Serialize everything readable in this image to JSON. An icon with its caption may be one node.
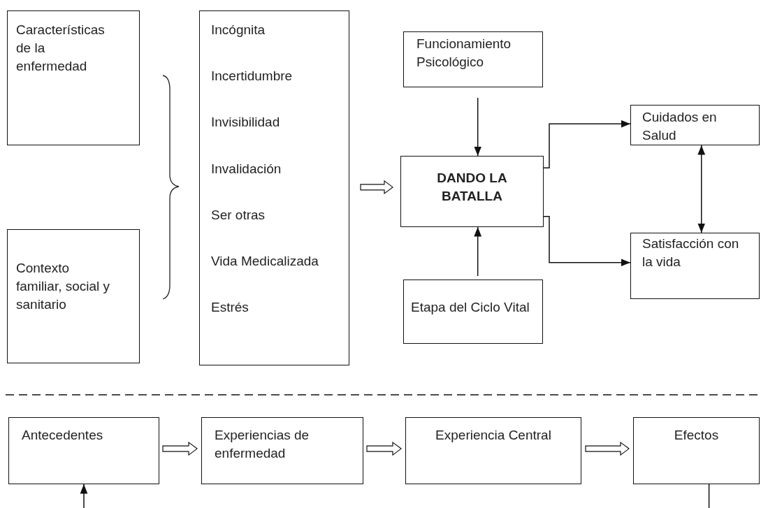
{
  "diagram": {
    "nodes": [
      {
        "text": [
          "Características de la enfermedad"
        ]
      },
      {
        "text": [
          "Contexto familiar, social y sanitario"
        ]
      },
      {
        "text": [
          "Incógnita",
          "Incertidumbre",
          "Invisibilidad",
          "Invalidación",
          "Ser otras",
          "Vida Medicalizada",
          "Estrés"
        ]
      },
      {
        "text": [
          "Funcionamiento Psicológico"
        ]
      },
      {
        "text": [
          "DANDO LA BATALLA"
        ]
      },
      {
        "text": [
          "Etapa del Ciclo Vital"
        ]
      },
      {
        "text": [
          "Cuidados en Salud"
        ]
      },
      {
        "text": [
          "Satisfacción con la vida"
        ]
      },
      {
        "text": [
          "Antecedentes"
        ]
      },
      {
        "text": [
          "Experiencias de enfermedad"
        ]
      },
      {
        "text": [
          "Experiencia Central"
        ]
      },
      {
        "text": [
          "Efectos"
        ]
      }
    ],
    "edges": [
      {
        "from": 2,
        "to": 4,
        "arrow": "to"
      },
      {
        "from": 3,
        "to": 4,
        "arrow": "to"
      },
      {
        "from": 5,
        "to": 4,
        "arrow": "to"
      },
      {
        "from": 4,
        "to": 6,
        "arrow": "to"
      },
      {
        "from": 4,
        "to": 7,
        "arrow": "to"
      },
      {
        "from": 6,
        "to": 7,
        "arrow": "both"
      },
      {
        "from": 8,
        "to": 9,
        "arrow": "to"
      },
      {
        "from": 9,
        "to": 10,
        "arrow": "to"
      },
      {
        "from": 10,
        "to": 11,
        "arrow": "to"
      },
      {
        "from": 11,
        "to": null,
        "arrow": "none"
      },
      {
        "from": null,
        "to": 8,
        "arrow": "to"
      }
    ]
  }
}
